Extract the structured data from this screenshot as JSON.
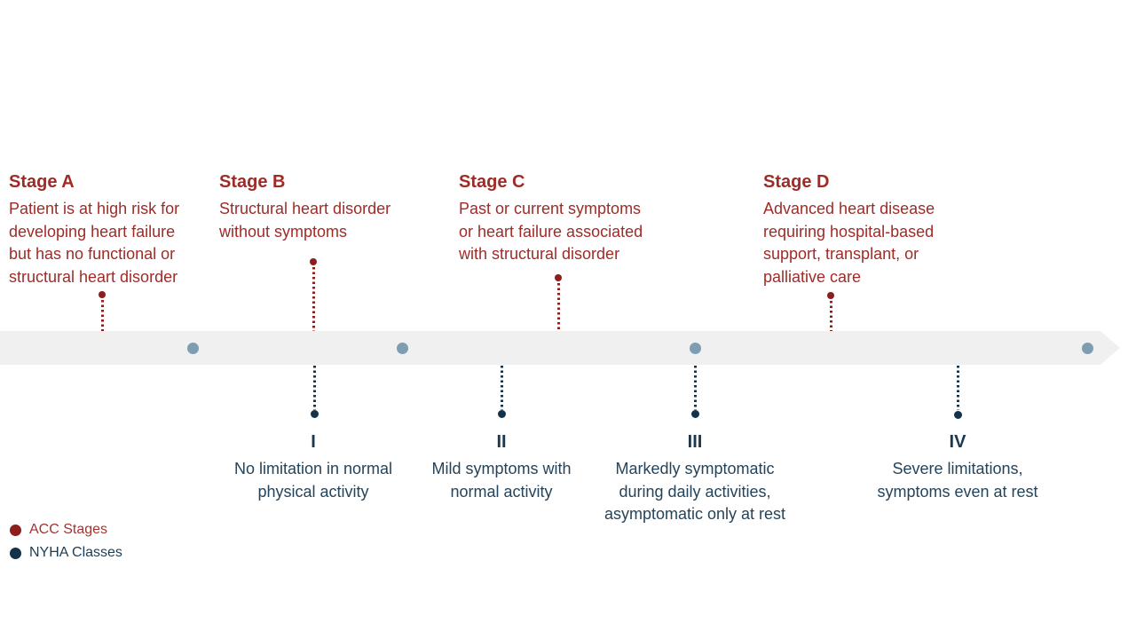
{
  "diagram": {
    "type": "staged-timeline",
    "subject": "Heart failure progression: ACC Stages vs NYHA Classes"
  },
  "colors": {
    "acc_text": "#9f2b27",
    "acc_dot": "#8c1e1c",
    "nyha_text": "#25445a",
    "nyha_dot": "#14324a",
    "timeline_band": "#f0f0f1",
    "timeline_dot": "#7e9db2",
    "background": "#ffffff"
  },
  "stages": [
    {
      "title": "Stage A",
      "description": "Patient is at high risk for\ndeveloping heart failure\nbut has no functional or\nstructural heart disorder"
    },
    {
      "title": "Stage B",
      "description": "Structural heart disorder\nwithout symptoms"
    },
    {
      "title": "Stage C",
      "description": "Past or current symptoms\nor heart failure associated\nwith structural disorder"
    },
    {
      "title": "Stage D",
      "description": "Advanced heart disease\nrequiring hospital-based\nsupport, transplant, or\npalliative care"
    }
  ],
  "classes": [
    {
      "numeral": "I",
      "description": "No limitation in normal\nphysical activity"
    },
    {
      "numeral": "II",
      "description": "Mild symptoms with\nnormal activity"
    },
    {
      "numeral": "III",
      "description": "Markedly symptomatic\nduring daily activities,\nasymptomatic only at rest"
    },
    {
      "numeral": "IV",
      "description": "Severe limitations,\nsymptoms even at rest"
    }
  ],
  "legend": [
    {
      "label": "ACC Stages"
    },
    {
      "label": "NYHA Classes"
    }
  ]
}
